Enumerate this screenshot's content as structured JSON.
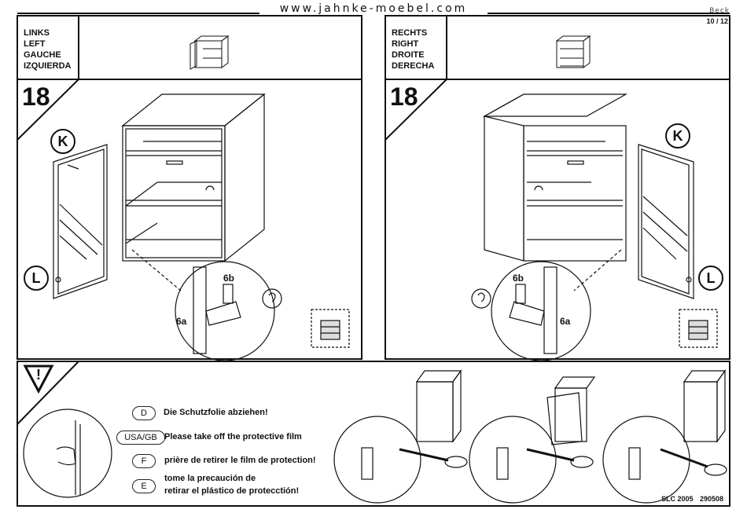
{
  "header": {
    "url": "www.jahnke-moebel.com",
    "brand": "Beck",
    "page": "10 / 12"
  },
  "left_panel": {
    "languages": [
      "LINKS",
      "LEFT",
      "GAUCHE",
      "IZQUIERDA"
    ],
    "step": "18",
    "part_door": "K",
    "part_hinge": "L",
    "callout_a": "6a",
    "callout_b": "6b"
  },
  "right_panel": {
    "languages": [
      "RECHTS",
      "RIGHT",
      "DROITE",
      "DERECHA"
    ],
    "step": "18",
    "part_door": "K",
    "part_hinge": "L",
    "callout_a": "6a",
    "callout_b": "6b"
  },
  "warning": {
    "symbol": "!",
    "items": [
      {
        "code": "D",
        "text": "Die Schutzfolie abziehen!"
      },
      {
        "code": "USA/GB",
        "text": "Please take off the protective film"
      },
      {
        "code": "F",
        "text": "prière de retirer le film de protection!"
      },
      {
        "code": "E",
        "text": "tome la precaución de",
        "text2": "retirar el plástico de protecctión!"
      }
    ]
  },
  "footer": {
    "code": "SLC 2005",
    "date": "290508"
  }
}
